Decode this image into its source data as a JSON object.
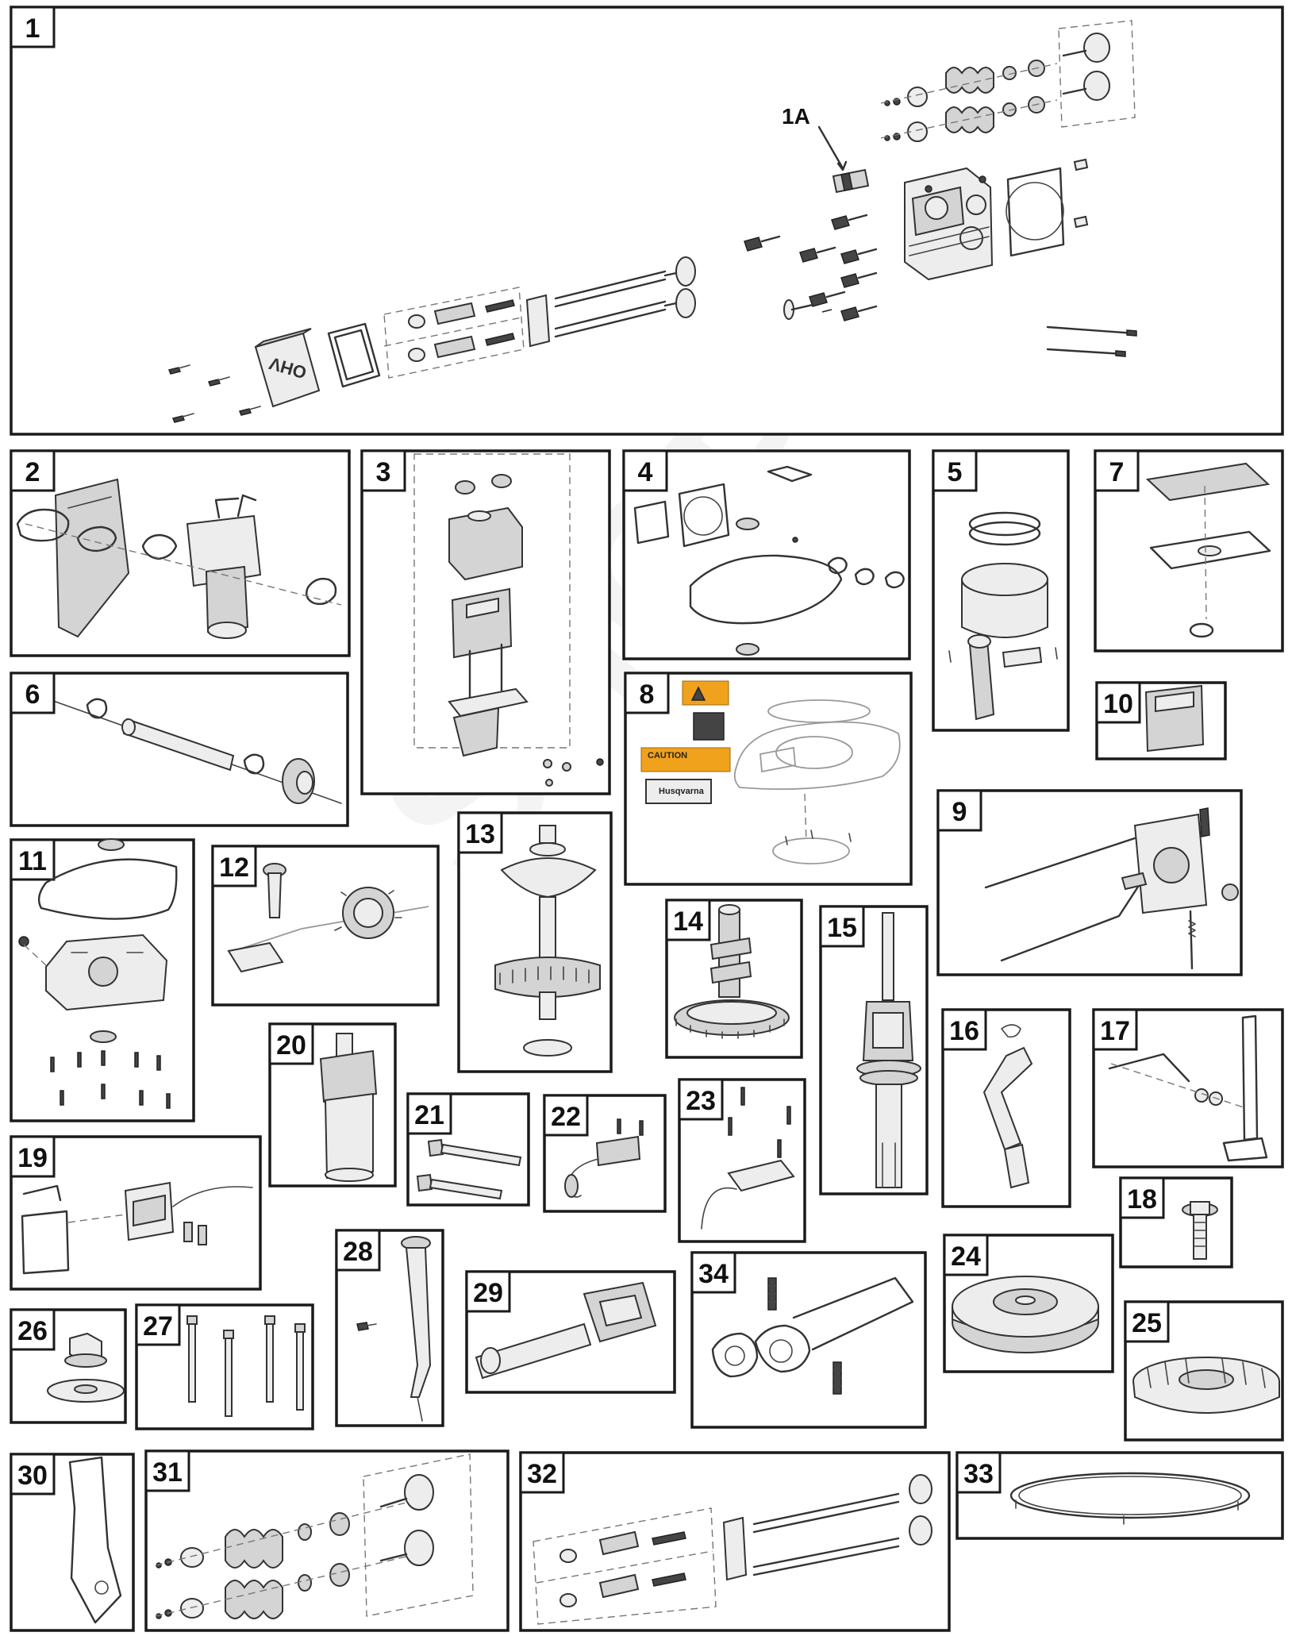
{
  "callout": "1A",
  "valve_cover_text": "OHV",
  "panels": [
    {
      "id": "1"
    },
    {
      "id": "2"
    },
    {
      "id": "3"
    },
    {
      "id": "4"
    },
    {
      "id": "5"
    },
    {
      "id": "6"
    },
    {
      "id": "7"
    },
    {
      "id": "8"
    },
    {
      "id": "9"
    },
    {
      "id": "10"
    },
    {
      "id": "11"
    },
    {
      "id": "12"
    },
    {
      "id": "13"
    },
    {
      "id": "14"
    },
    {
      "id": "15"
    },
    {
      "id": "16"
    },
    {
      "id": "17"
    },
    {
      "id": "18"
    },
    {
      "id": "19"
    },
    {
      "id": "20"
    },
    {
      "id": "21"
    },
    {
      "id": "22"
    },
    {
      "id": "23"
    },
    {
      "id": "24"
    },
    {
      "id": "25"
    },
    {
      "id": "26"
    },
    {
      "id": "27"
    },
    {
      "id": "28"
    },
    {
      "id": "29"
    },
    {
      "id": "30"
    },
    {
      "id": "31"
    },
    {
      "id": "32"
    },
    {
      "id": "33"
    },
    {
      "id": "34"
    }
  ],
  "decals": {
    "caution_label": "CAUTION",
    "brand_label": "Husqvarna"
  },
  "colors": {
    "frame": "#1a1a1a",
    "decal_orange": "#f0a21d"
  }
}
